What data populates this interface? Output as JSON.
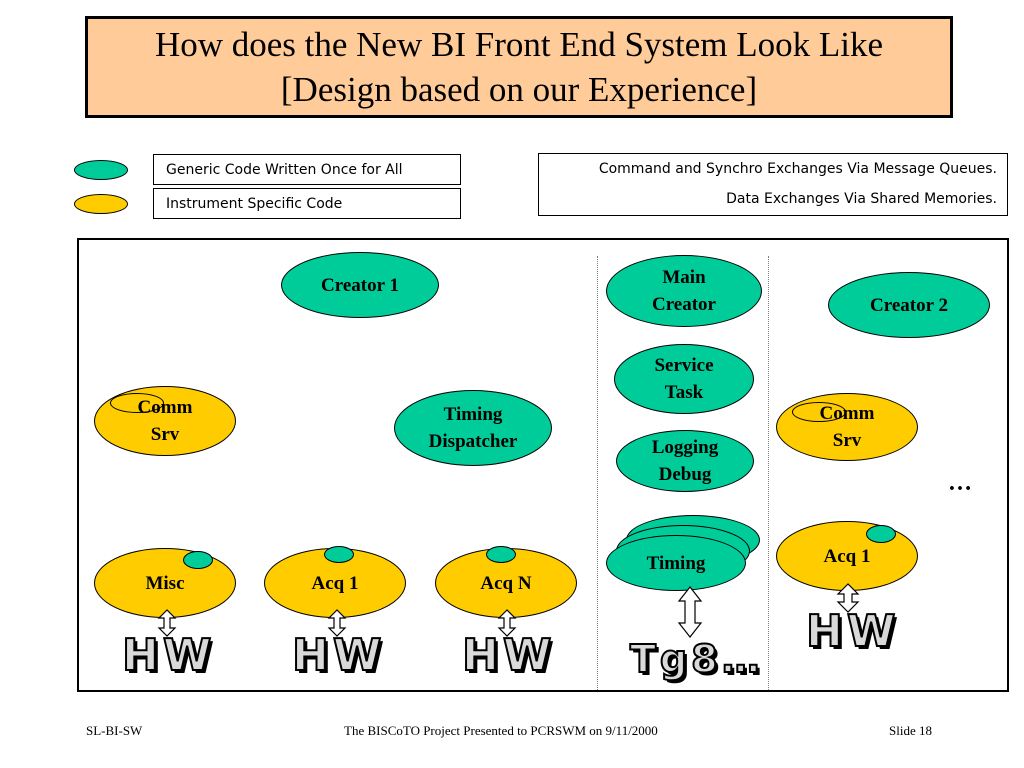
{
  "title": {
    "line1": "How does the New BI Front End System Look Like",
    "line2": "[Design based on our Experience]"
  },
  "legend": {
    "generic": {
      "label": "Generic Code Written Once for All",
      "color": "#00cc99"
    },
    "specific": {
      "label": "Instrument Specific Code",
      "color": "#ffcc00"
    }
  },
  "exchanges": {
    "line1": "Command and Synchro Exchanges Via Message Queues.",
    "line2": "Data Exchanges Via Shared Memories."
  },
  "nodes": {
    "creator1": "Creator 1",
    "main_creator_l1": "Main",
    "main_creator_l2": "Creator",
    "creator2": "Creator 2",
    "comm_srv_left_l1": "Comm",
    "comm_srv_left_l2": "Srv",
    "timing_dispatcher_l1": "Timing",
    "timing_dispatcher_l2": "Dispatcher",
    "service_task_l1": "Service",
    "service_task_l2": "Task",
    "logging_debug_l1": "Logging",
    "logging_debug_l2": "Debug",
    "comm_srv_right_l1": "Comm",
    "comm_srv_right_l2": "Srv",
    "misc": "Misc",
    "acq1_left": "Acq 1",
    "acqN": "Acq N",
    "timing": "Timing",
    "acq1_right": "Acq 1",
    "ellipsis": "…"
  },
  "hardware": {
    "hw_label": "HW",
    "tg8_label": "Tg8…"
  },
  "footer": {
    "left": "SL-BI-SW",
    "center": "The BISCoTO Project Presented to PCRSWM on 9/11/2000",
    "right": "Slide 18"
  }
}
